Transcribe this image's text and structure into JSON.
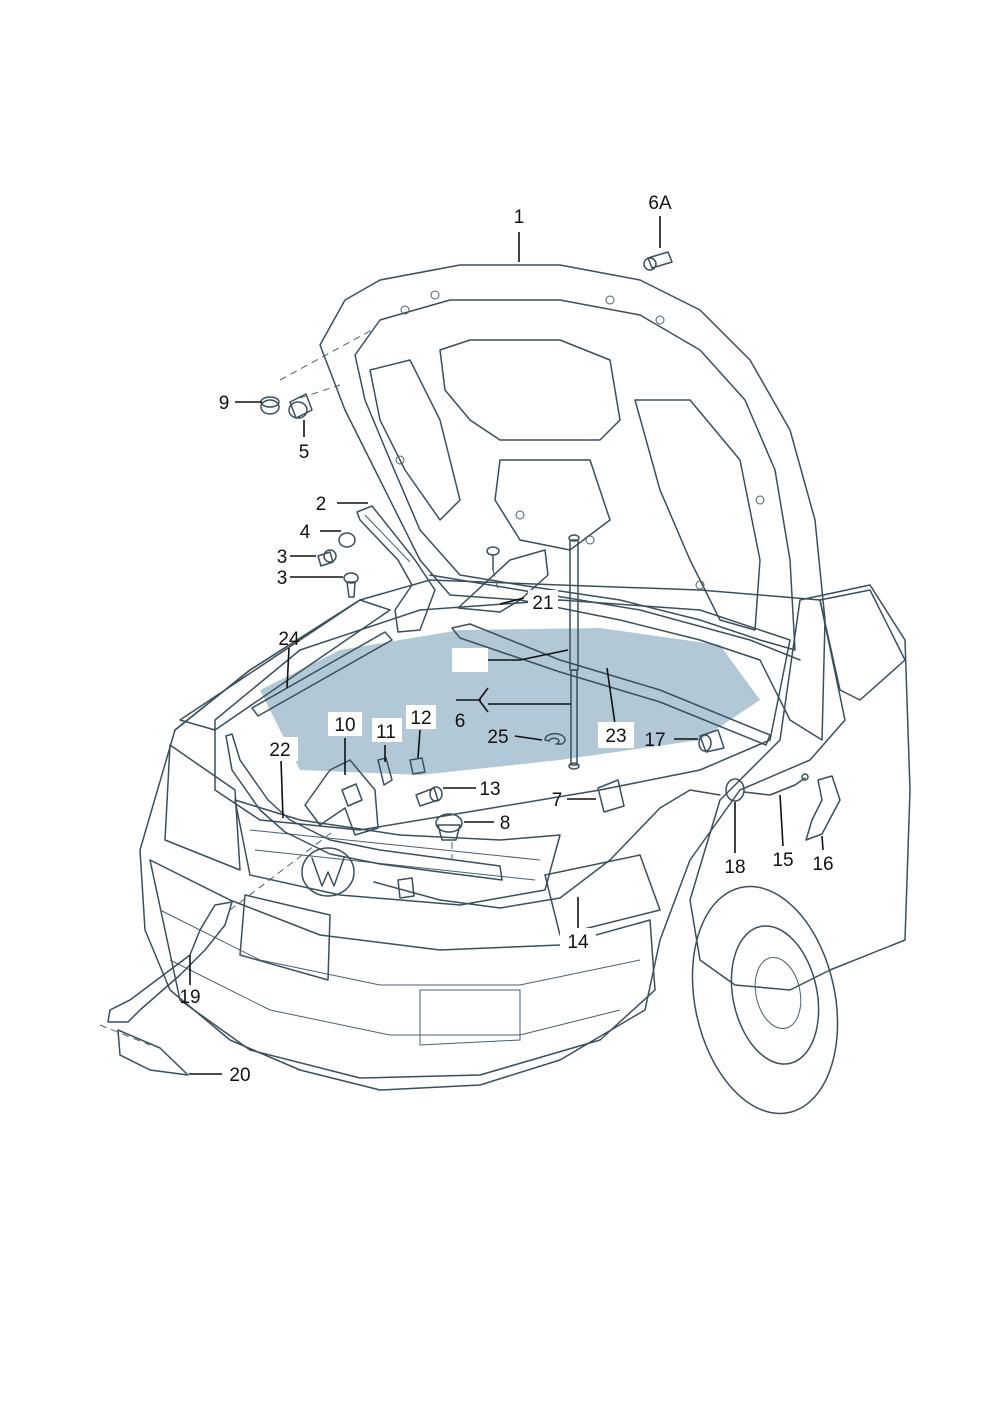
{
  "diagram": {
    "callouts": {
      "c1": "1",
      "c2": "2",
      "c3a": "3",
      "c3b": "3",
      "c4": "4",
      "c5": "5",
      "c6": "6",
      "c6A": "6A",
      "c7": "7",
      "c8": "8",
      "c9": "9",
      "c10": "10",
      "c11": "11",
      "c12": "12",
      "c13": "13",
      "c14": "14",
      "c15": "15",
      "c16": "16",
      "c17": "17",
      "c18": "18",
      "c19": "19",
      "c20": "20",
      "c21": "21",
      "c22": "22",
      "c23": "23",
      "c24": "24",
      "c25": "25"
    },
    "colors": {
      "car_body": "#dce7ee",
      "car_shade": "#b9cedb",
      "car_dark": "#8fa9ba",
      "hood_inner": "#c4d6e2",
      "hood_cavity": "#9fb8c8",
      "outline": "#3a4f5e",
      "part_dark": "#5d7484"
    }
  }
}
